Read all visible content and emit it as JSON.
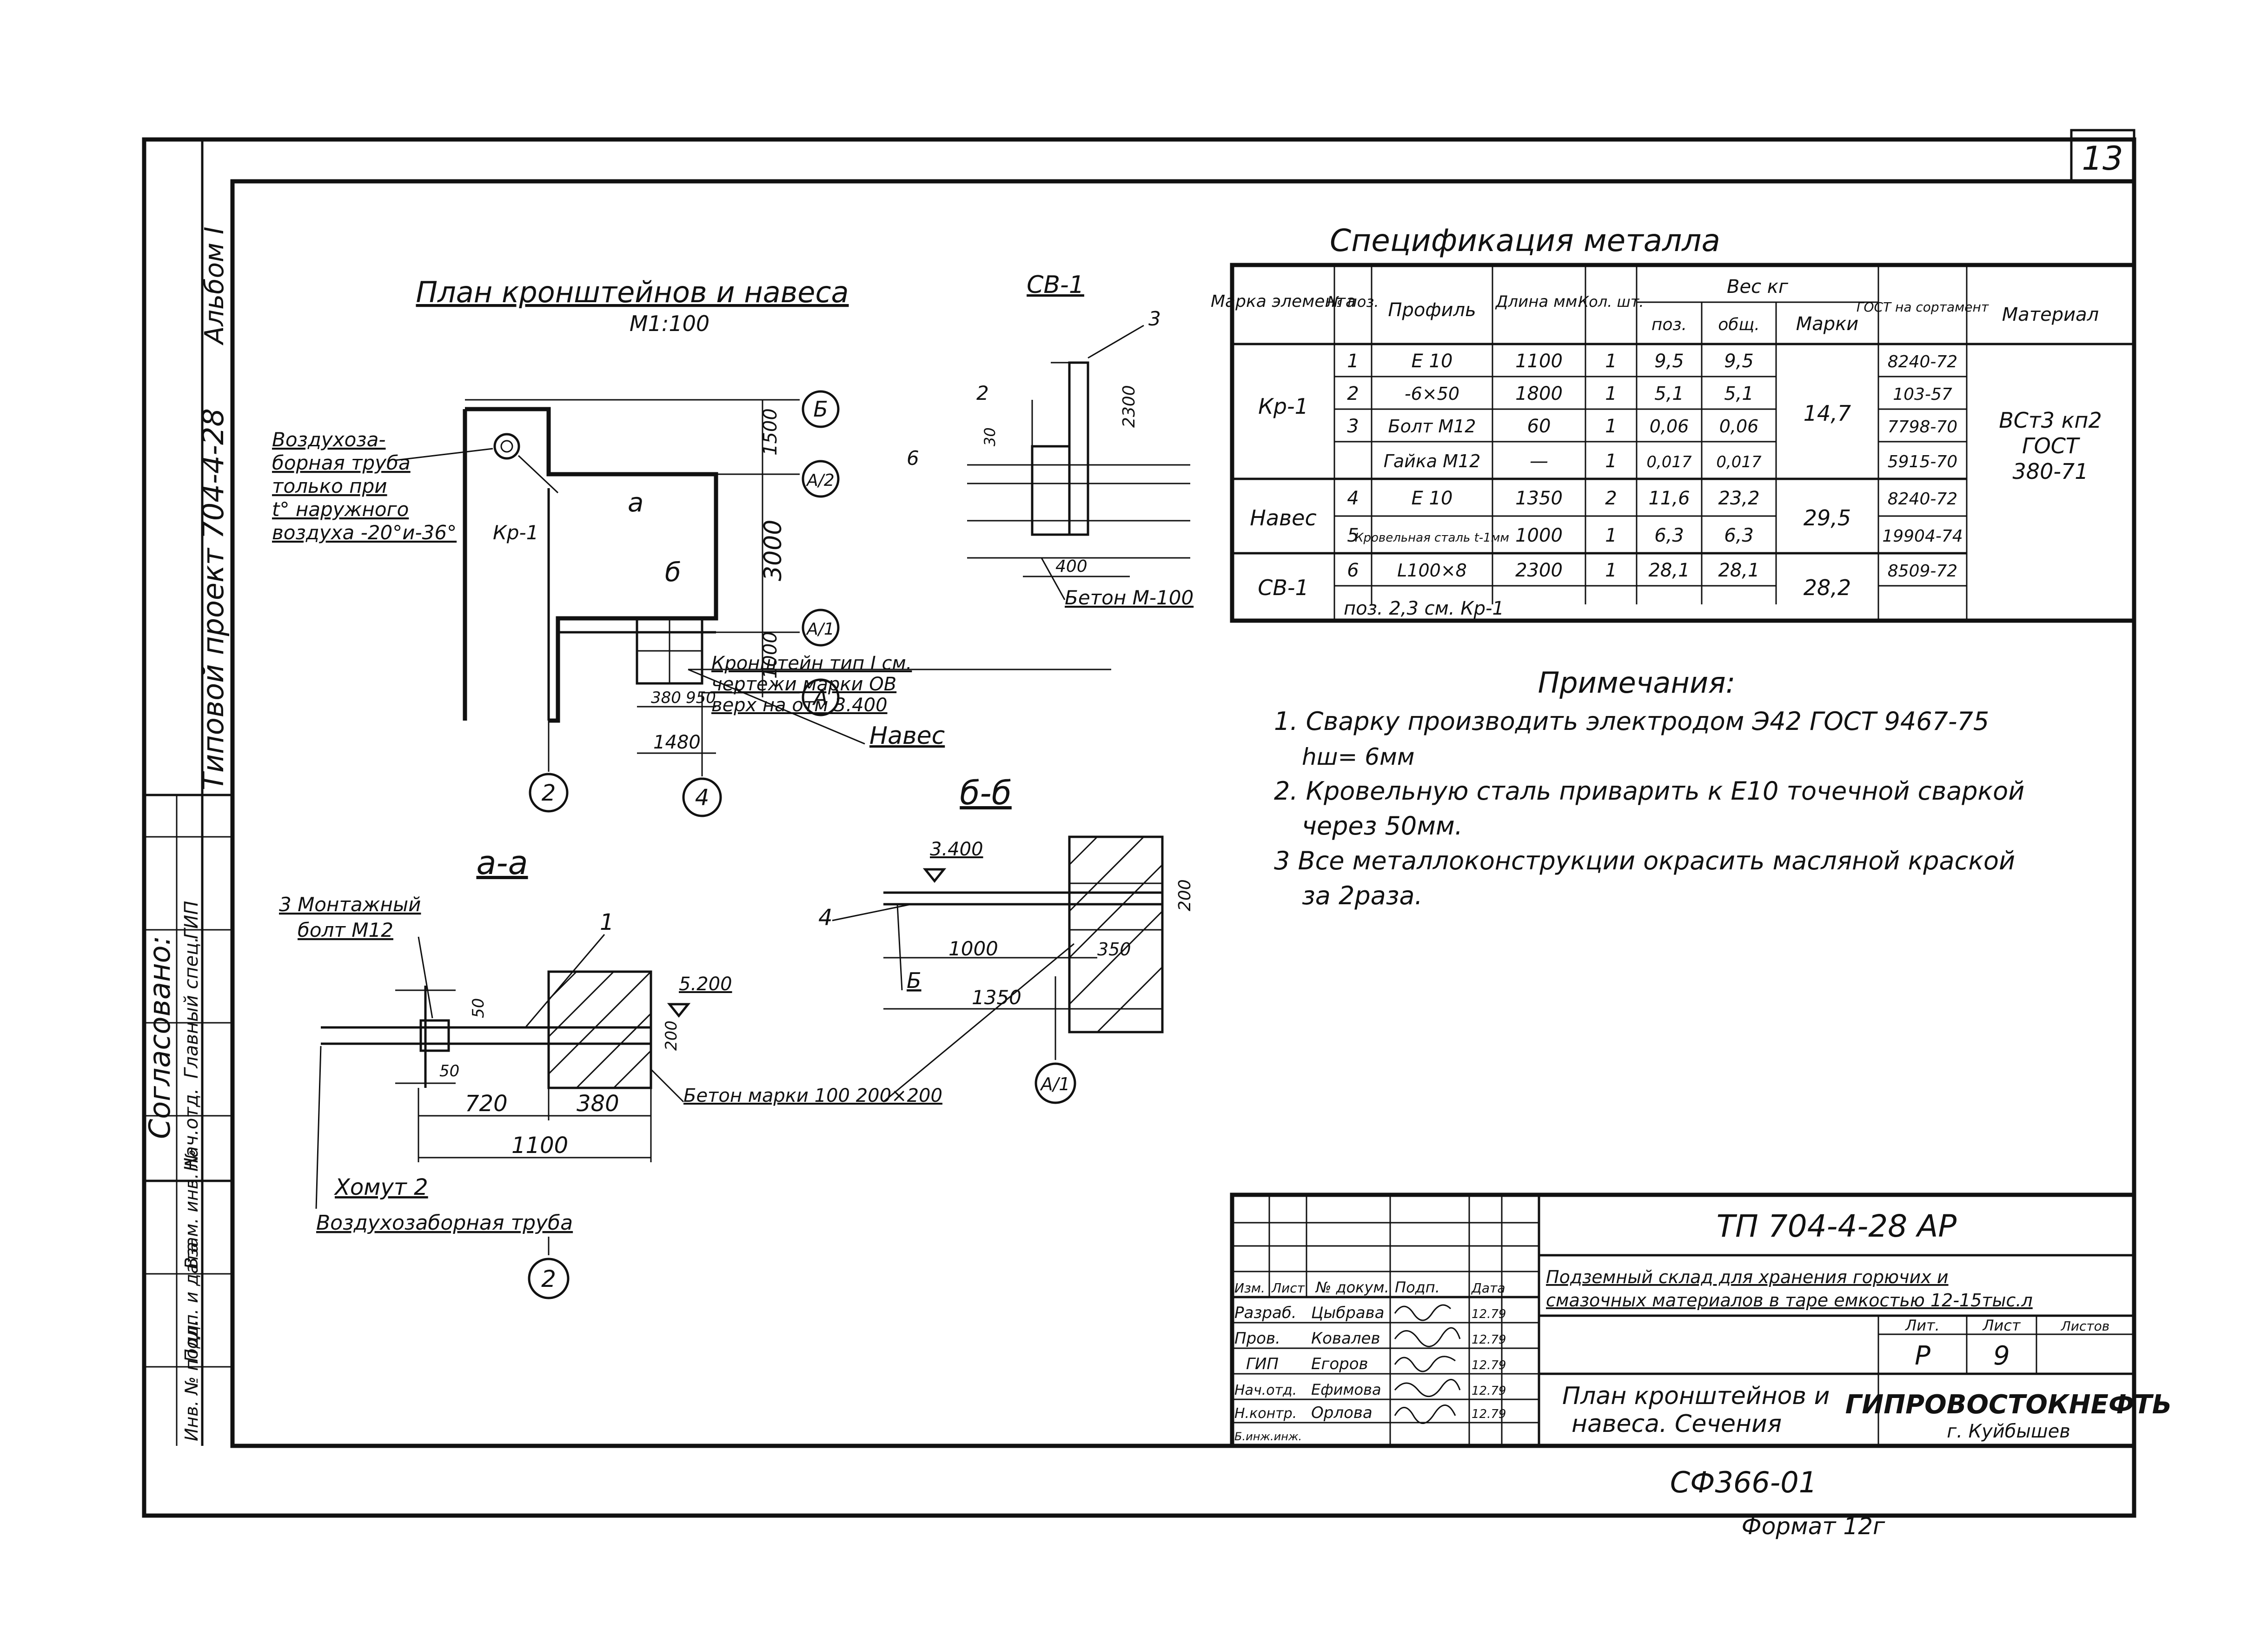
{
  "sheet": {
    "page_number": "13",
    "side_stamp": {
      "project": "Типовой проект 704-4-28",
      "album": "Альбом I",
      "agreed": "Согласовано:",
      "agreed_cols": [
        "Нач.отд.",
        "Главный спец.",
        "ГИП"
      ],
      "agreed_names": [
        "",
        "",
        ""
      ],
      "rows": [
        "Инв. № подл.",
        "Подп. и дата",
        "Взам. инв. №"
      ]
    }
  },
  "plan": {
    "title": "План кронштейнов и навеса",
    "scale": "М1:100",
    "axes": [
      "Б",
      "А/2",
      "А/1",
      "А",
      "2",
      "4"
    ],
    "dims": [
      "1500",
      "3000",
      "1000",
      "380",
      "950",
      "1480"
    ],
    "labels": {
      "air_pipe": [
        "Воздухоза-",
        "борная труба",
        "только при",
        "t° наружного",
        "воздуха -20°и-36°"
      ],
      "kr": "Кр-1",
      "cut_a": "а",
      "cut_b": "б",
      "bracket_note": [
        "Кронштейн тип I см.",
        "чертежи марки ОВ",
        "верх на отм 3.400"
      ],
      "canopy": "Навес"
    }
  },
  "sv1": {
    "title": "СВ-1",
    "labels": [
      "3",
      "2",
      "6",
      "30",
      "2300",
      "400"
    ],
    "concrete": "Бетон М-100"
  },
  "section_aa": {
    "title": "а-а",
    "bolt": [
      "3 Монтажный",
      "болт М12"
    ],
    "item": "1",
    "mark": "5.200",
    "dims": [
      "50",
      "50",
      "200",
      "720",
      "380",
      "1100"
    ],
    "concrete": "Бетон марки 100  200×200",
    "clamp": "Хомут 2",
    "pipe": "Воздухозаборная труба",
    "axis": "2"
  },
  "section_bb": {
    "title": "б-б",
    "mark": "3.400",
    "item": "4",
    "dims": [
      "1000",
      "350",
      "1350",
      "200"
    ],
    "b_label": "Б",
    "axis": "А/1"
  },
  "spec": {
    "title": "Спецификация металла",
    "headers": {
      "mark": "Марка элемента",
      "pos": "№ поз.",
      "profile": "Профиль",
      "length": "Длина мм.",
      "count": "Кол. шт.",
      "weight": "Вес кг",
      "w_pos": "поз.",
      "w_total": "общ.",
      "w_mark": "Марки",
      "gost": "ГОСТ на сортамент",
      "material": "Материал"
    },
    "groups": [
      {
        "mark": "Кр-1",
        "weight_mark": "14,7",
        "rows": [
          {
            "pos": "1",
            "profile": "Е 10",
            "length": "1100",
            "count": "1",
            "w_pos": "9,5",
            "w_total": "9,5",
            "gost": "8240-72"
          },
          {
            "pos": "2",
            "profile": "-6×50",
            "length": "1800",
            "count": "1",
            "w_pos": "5,1",
            "w_total": "5,1",
            "gost": "103-57"
          },
          {
            "pos": "3",
            "profile": "Болт М12",
            "length": "60",
            "count": "1",
            "w_pos": "0,06",
            "w_total": "0,06",
            "gost": "7798-70"
          },
          {
            "pos": "",
            "profile": "Гайка М12",
            "length": "—",
            "count": "1",
            "w_pos": "0,017",
            "w_total": "0,017",
            "gost": "5915-70"
          }
        ]
      },
      {
        "mark": "Навес",
        "weight_mark": "29,5",
        "rows": [
          {
            "pos": "4",
            "profile": "Е 10",
            "length": "1350",
            "count": "2",
            "w_pos": "11,6",
            "w_total": "23,2",
            "gost": "8240-72"
          },
          {
            "pos": "5",
            "profile": "Кровельная сталь t-1мм",
            "length": "1000",
            "count": "1",
            "w_pos": "6,3",
            "w_total": "6,3",
            "gost": "19904-74"
          }
        ]
      },
      {
        "mark": "СВ-1",
        "weight_mark": "28,2",
        "rows": [
          {
            "pos": "6",
            "profile": "L100×8",
            "length": "2300",
            "count": "1",
            "w_pos": "28,1",
            "w_total": "28,1",
            "gost": "8509-72"
          },
          {
            "pos": "",
            "profile": "поз. 2,3 см. Кр-1",
            "length": "",
            "count": "",
            "w_pos": "",
            "w_total": "",
            "gost": ""
          }
        ]
      }
    ],
    "material": [
      "ВСт3 кп2",
      "ГОСТ",
      "380-71"
    ]
  },
  "notes": {
    "title": "Примечания:",
    "items": [
      "1. Сварку производить электродом Э42 ГОСТ 9467-75",
      "hш= 6мм",
      "2. Кровельную сталь приварить к Е10 точечной сваркой",
      "через 50мм.",
      "3 Все металлоконструкции окрасить масляной краской",
      "за 2раза."
    ]
  },
  "title_block": {
    "code": "ТП 704-4-28  АР",
    "description": [
      "Подземный склад для хранения горючих и",
      "смазочных материалов в таре емкостью 12-15тыс.л"
    ],
    "sheet_title": [
      "План кронштейнов и",
      "навеса. Сечения"
    ],
    "stage_hdr": "Лит.",
    "sheet_hdr": "Лист",
    "sheets_hdr": "Листов",
    "stage": "Р",
    "sheet": "9",
    "org": [
      "ГИПРОВОСТОКНЕФТЬ",
      "г. Куйбышев"
    ],
    "hdr": [
      "Изм.",
      "Лист",
      "№ докум.",
      "Подп.",
      "Дата"
    ],
    "roles": [
      {
        "role": "Разраб.",
        "name": "Цыбрава"
      },
      {
        "role": "Пров.",
        "name": "Ковалев"
      },
      {
        "role": "ГИП",
        "name": "Егоров"
      },
      {
        "role": "Нач.отд.",
        "name": "Ефимова"
      },
      {
        "role": "Н.контр.",
        "name": "Орлова"
      },
      {
        "role": "Б.инж.инж.",
        "name": ""
      }
    ],
    "dates": [
      "12.79",
      "12.79",
      "12.79",
      "12.79",
      "12.79",
      ""
    ]
  },
  "footer": {
    "doc": "СФ366-01",
    "format": "Формат 12г"
  }
}
